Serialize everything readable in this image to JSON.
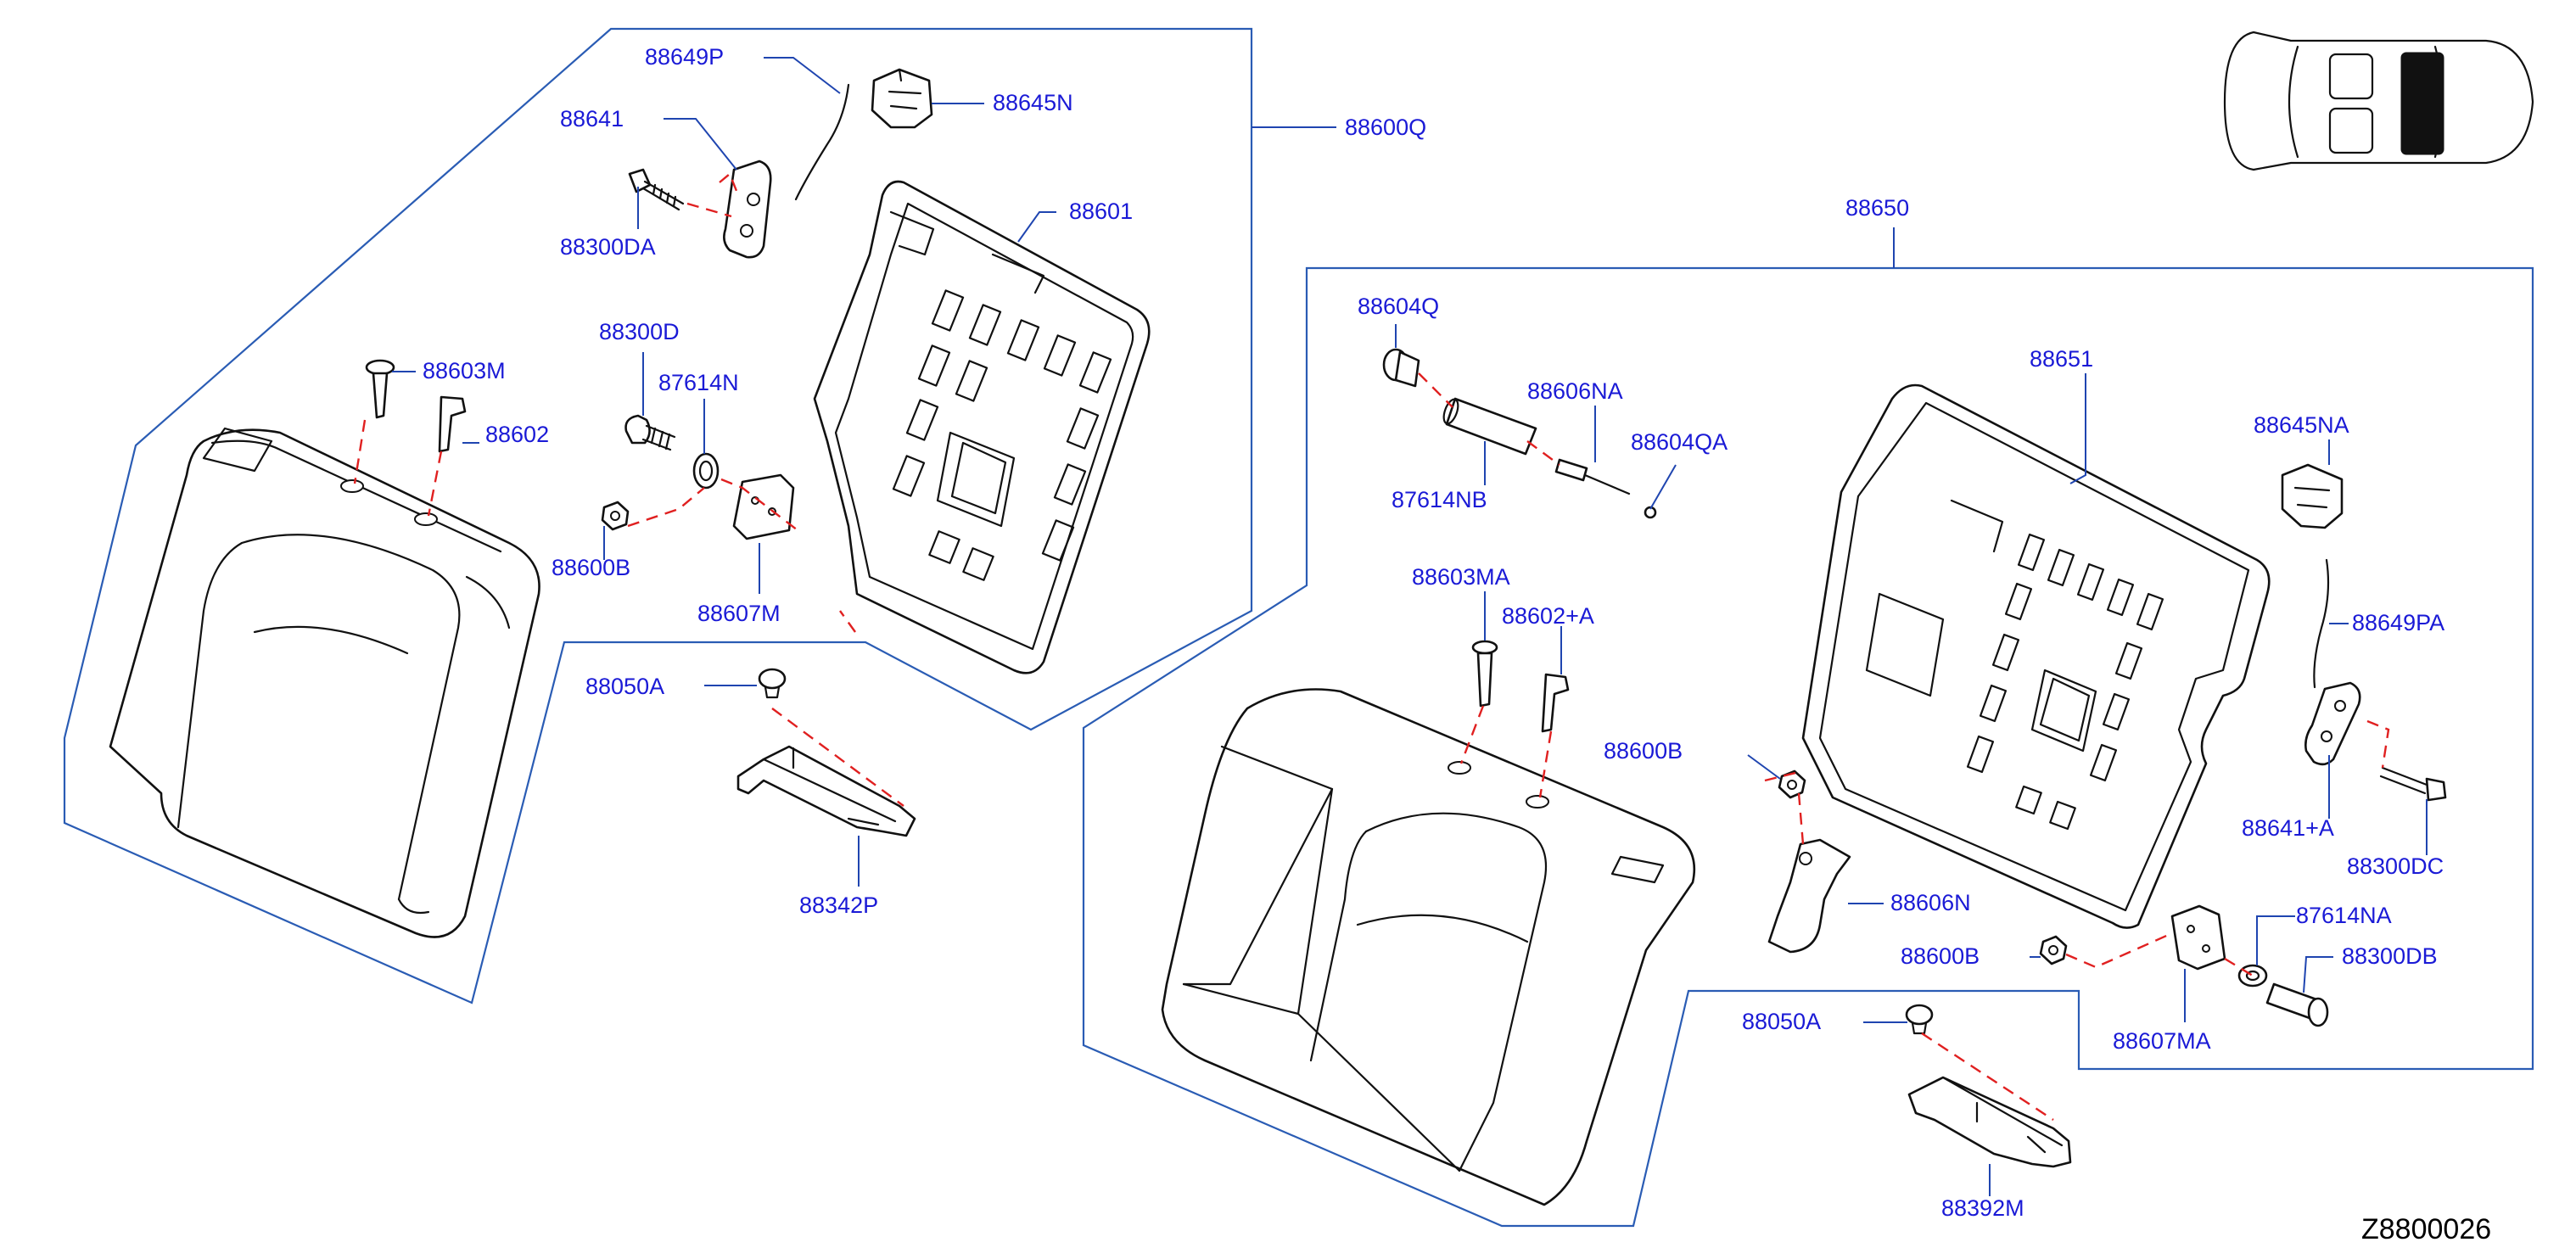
{
  "diagram_code": "Z8800026",
  "groups": {
    "left_back_assembly": "88600Q",
    "right_back_assembly": "88650"
  },
  "parts": {
    "p88649P": "88649P",
    "p88645N": "88645N",
    "p88600Q": "88600Q",
    "p88641": "88641",
    "p88300DA": "88300DA",
    "p88601": "88601",
    "p88300D": "88300D",
    "p87614N": "87614N",
    "p88603M": "88603M",
    "p88602": "88602",
    "p88600B_left": "88600B",
    "p88607M": "88607M",
    "p88050A_left": "88050A",
    "p88342P": "88342P",
    "p88650": "88650",
    "p88604Q": "88604Q",
    "p88606NA": "88606NA",
    "p88604QA": "88604QA",
    "p87614NB": "87614NB",
    "p88651": "88651",
    "p88645NA": "88645NA",
    "p88603MA": "88603MA",
    "p88602A": "88602+A",
    "p88649PA": "88649PA",
    "p88600B_mid": "88600B",
    "p88641A": "88641+A",
    "p88300DC": "88300DC",
    "p88606N": "88606N",
    "p87614NA": "87614NA",
    "p88600B_right": "88600B",
    "p88300DB": "88300DB",
    "p88607MA": "88607MA",
    "p88050A_right": "88050A",
    "p88392M": "88392M"
  },
  "colors": {
    "label": "#1a1ad6",
    "leader_line": "#1f45b0",
    "group_outline": "#2a5cb4",
    "hidden_axis": "#e02020",
    "part_outline": "#111111"
  }
}
